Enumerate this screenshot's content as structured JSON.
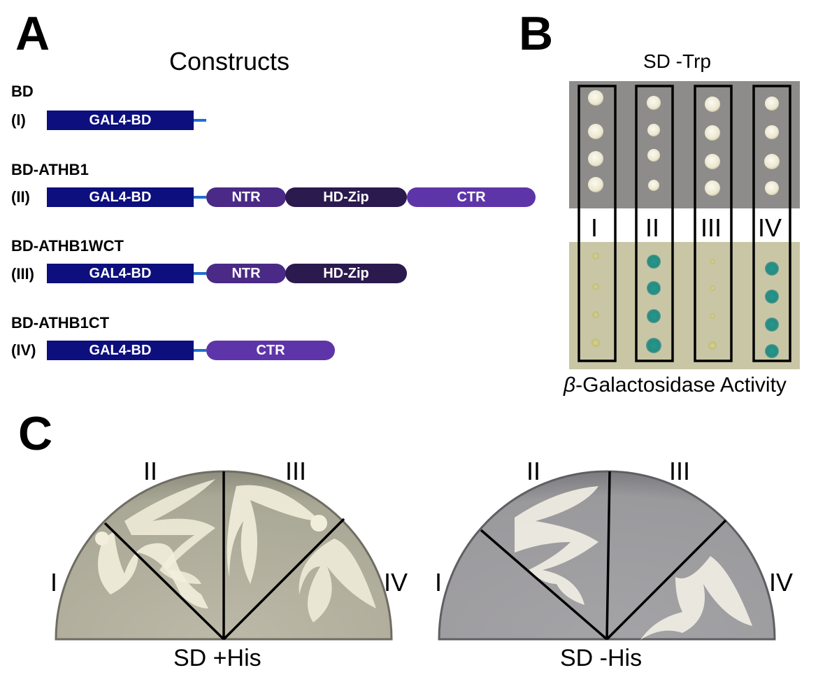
{
  "panels": {
    "a": {
      "letter": "A",
      "title": "Constructs",
      "constructs": [
        {
          "name": "BD",
          "numeral": "(I)",
          "bd": "GAL4-BD",
          "domains": []
        },
        {
          "name": "BD-ATHB1",
          "numeral": "(II)",
          "bd": "GAL4-BD",
          "domains": [
            "NTR",
            "HD-Zip",
            "CTR"
          ]
        },
        {
          "name": "BD-ATHB1WCT",
          "numeral": "(III)",
          "bd": "GAL4-BD",
          "domains": [
            "NTR",
            "HD-Zip"
          ]
        },
        {
          "name": "BD-ATHB1CT",
          "numeral": "(IV)",
          "bd": "GAL4-BD",
          "domains": [
            "CTR"
          ]
        }
      ]
    },
    "b": {
      "letter": "B",
      "top_label": "SD -Trp",
      "columns": [
        "I",
        "II",
        "III",
        "IV"
      ],
      "bottom_label_greek": "β",
      "bottom_label_rest": "-Galactosidase Activity",
      "blue_staining": [
        false,
        true,
        false,
        true
      ]
    },
    "c": {
      "letter": "C",
      "plates": [
        {
          "label": "SD +His",
          "sectors": [
            "I",
            "II",
            "III",
            "IV"
          ],
          "growth": [
            true,
            true,
            true,
            true
          ]
        },
        {
          "label": "SD -His",
          "sectors": [
            "I",
            "II",
            "III",
            "IV"
          ],
          "growth": [
            false,
            true,
            false,
            true
          ]
        }
      ]
    }
  },
  "colors": {
    "gal4_bd": "#0c0f7d",
    "ntr": "#4a2a86",
    "hd_zip": "#2b1a4e",
    "ctr": "#5e35a8",
    "linker": "#1f6fd1",
    "xgal_blue": "#1f8f86"
  }
}
